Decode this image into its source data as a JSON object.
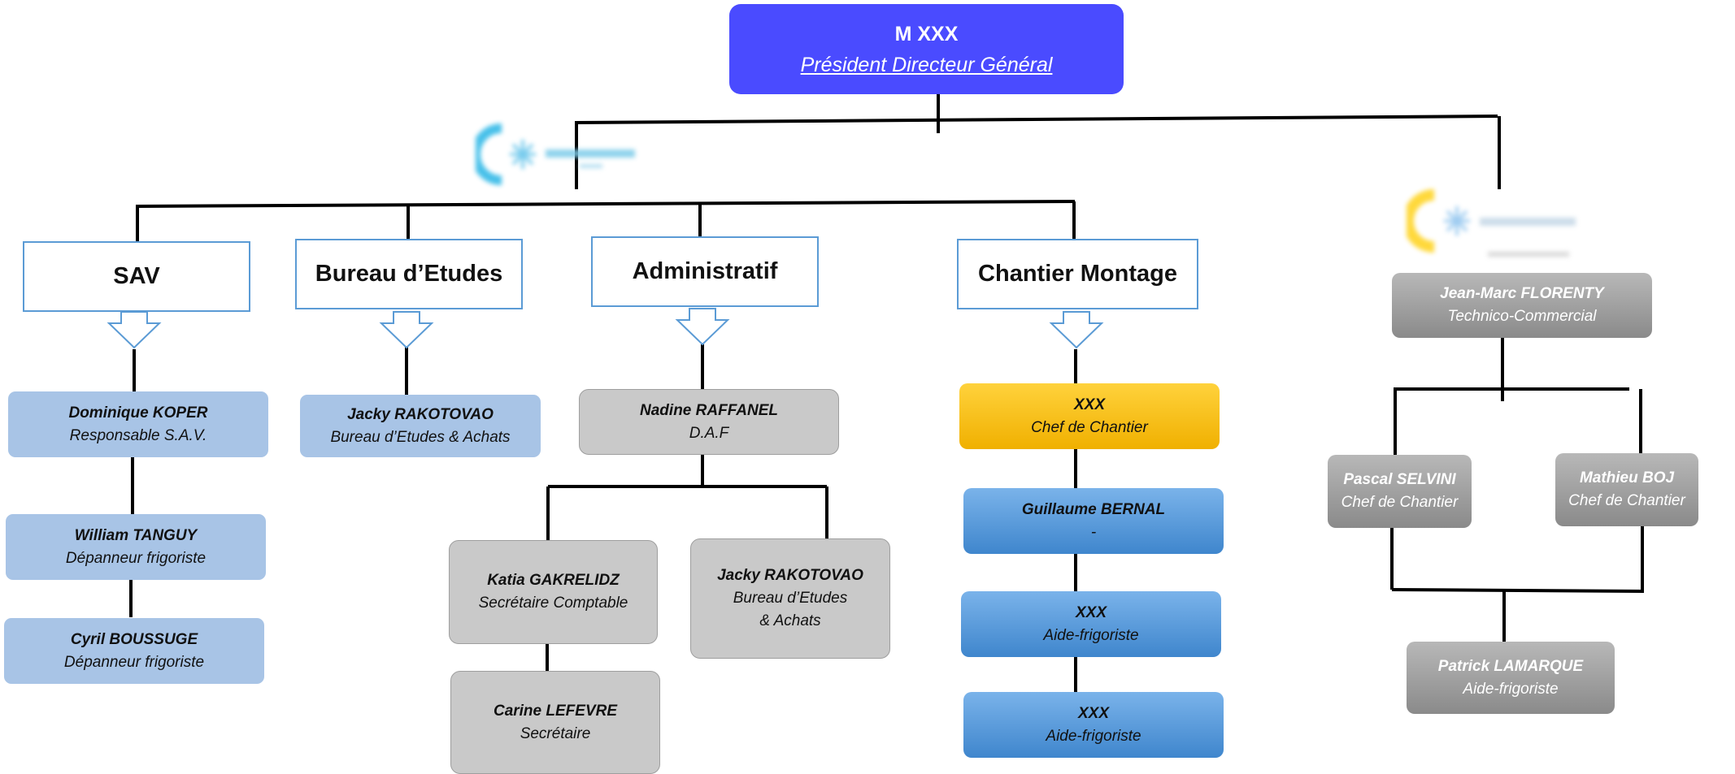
{
  "president": {
    "name": "M XXX",
    "title": "Président Directeur Général"
  },
  "departments": {
    "sav": "SAV",
    "bureau": "Bureau d’Etudes",
    "admin": "Administratif",
    "chantier": "Chantier Montage"
  },
  "sav": [
    {
      "name": "Dominique KOPER",
      "role": "Responsable S.A.V."
    },
    {
      "name": "William TANGUY",
      "role": "Dépanneur frigoriste"
    },
    {
      "name": "Cyril BOUSSUGE",
      "role": "Dépanneur frigoriste"
    }
  ],
  "bureau": [
    {
      "name": "Jacky RAKOTOVAO",
      "role": "Bureau d’Etudes & Achats"
    }
  ],
  "admin": {
    "head": {
      "name": "Nadine RAFFANEL",
      "role": "D.A.F"
    },
    "katia": {
      "name": "Katia GAKRELIDZ",
      "role": "Secrétaire Comptable"
    },
    "jacky": {
      "name": "Jacky RAKOTOVAO",
      "role1": "Bureau d’Etudes",
      "role2": "& Achats"
    },
    "carine": {
      "name": "Carine LEFEVRE",
      "role": "Secrétaire"
    }
  },
  "chantier": [
    {
      "name": "XXX",
      "role": "Chef de Chantier"
    },
    {
      "name": "Guillaume BERNAL",
      "role": "-"
    },
    {
      "name": "XXX",
      "role": "Aide-frigoriste"
    },
    {
      "name": "XXX",
      "role": "Aide-frigoriste"
    }
  ],
  "subsidiary": {
    "head": {
      "name": "Jean-Marc FLORENTY",
      "role": "Technico-Commercial"
    },
    "pascal": {
      "name": "Pascal SELVINI",
      "role": "Chef de Chantier"
    },
    "mathieu": {
      "name": "Mathieu BOJ",
      "role": "Chef de Chantier"
    },
    "patrick": {
      "name": "Patrick LAMARQUE",
      "role": "Aide-frigoriste"
    }
  },
  "colors": {
    "president": "#4a4bff",
    "department_border": "#5b9bd5",
    "light_blue": "#a8c4e6",
    "gray": "#c9c9c9",
    "yellow": "#f0b000",
    "blue": "#3f86cd",
    "dark_gray": "#8a8a8a"
  },
  "icons": {
    "logo_left": "snowflake-logo-icon",
    "logo_right": "snowflake-logo-icon"
  }
}
